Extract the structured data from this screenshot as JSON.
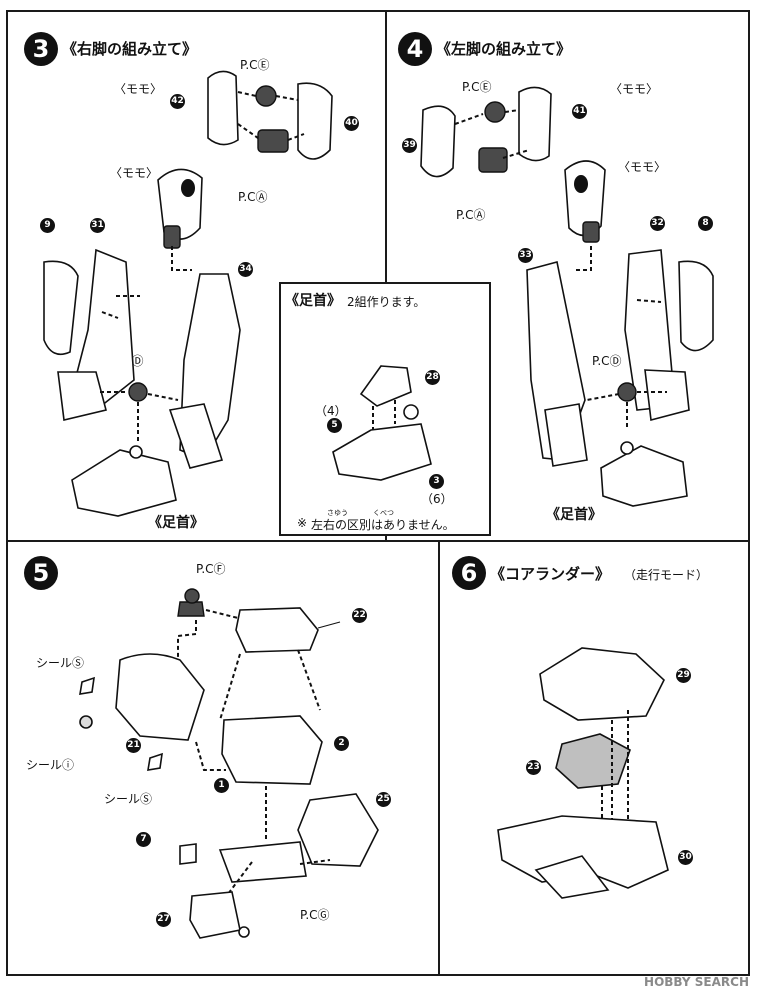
{
  "steps": {
    "s3": {
      "number": "3",
      "title": "《右脚の組み立て》"
    },
    "s4": {
      "number": "4",
      "title": "《左脚の組み立て》"
    },
    "s5": {
      "number": "5"
    },
    "s6": {
      "number": "6",
      "title": "《コアランダー》",
      "subtitle": "（走行モード）"
    }
  },
  "labels": {
    "momo": "〈モモ〉",
    "pc_e": "P.CⒺ",
    "pc_a": "P.CⒶ",
    "pc_d": "P.CⒹ",
    "pc_f": "P.CⒻ",
    "pc_g": "P.CⒼ",
    "ashikubi": "《足首》",
    "seal_su": "シールⓈ",
    "seal_su2": "シールⓈ",
    "seal_i": "シールⓘ"
  },
  "inset": {
    "title": "《足首》",
    "title_suffix": "2組作ります。",
    "paren4": "（4）",
    "paren6": "（6）",
    "note_prefix": "※",
    "note": "左右の区別はありません。",
    "ruby_sayuu": "さゆう",
    "ruby_kubetsu": "くべつ"
  },
  "parts": {
    "p42": "42",
    "p40": "40",
    "p9": "9",
    "p31": "31",
    "p34": "34",
    "p39": "39",
    "p41": "41",
    "p32": "32",
    "p8": "8",
    "p33": "33",
    "p28": "28",
    "p5": "5",
    "p3": "3",
    "p22": "22",
    "p21": "21",
    "p2": "2",
    "p1": "1",
    "p7": "7",
    "p25": "25",
    "p27": "27",
    "p29": "29",
    "p23": "23",
    "p30": "30"
  },
  "watermark": "HOBBY SEARCH"
}
